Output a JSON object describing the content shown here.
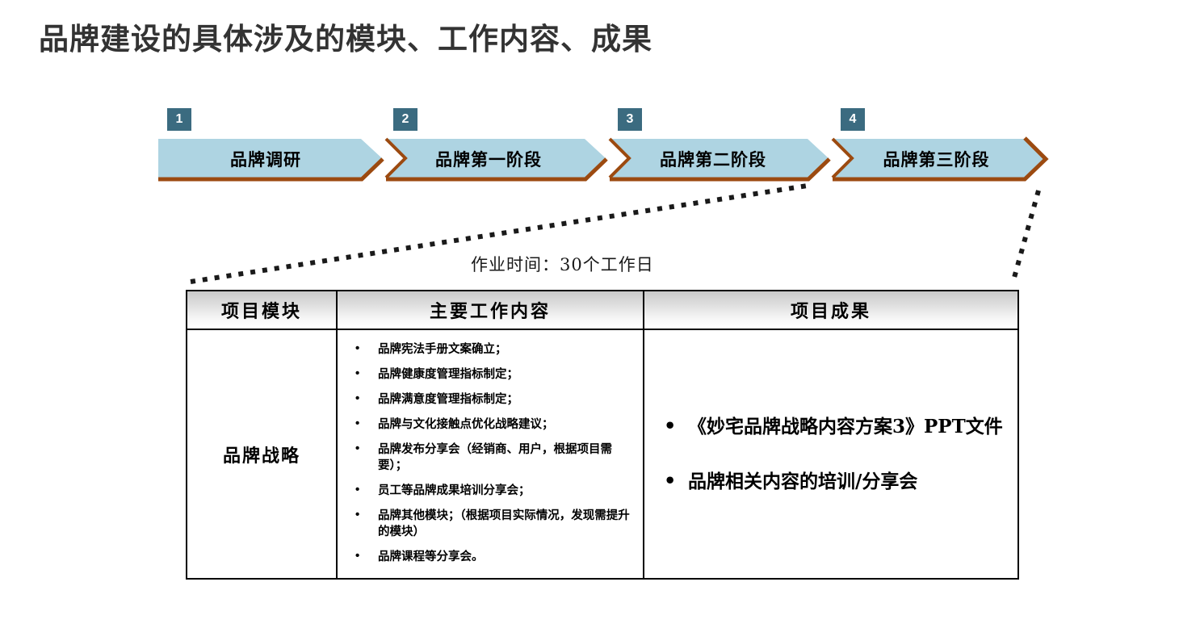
{
  "slide": {
    "title": "品牌建设的具体涉及的模块、工作内容、成果"
  },
  "process": {
    "steps": [
      {
        "number": "1",
        "label": "品牌调研"
      },
      {
        "number": "2",
        "label": "品牌第一阶段"
      },
      {
        "number": "3",
        "label": "品牌第二阶段"
      },
      {
        "number": "4",
        "label": "品牌第三阶段"
      }
    ],
    "colors": {
      "chevron_fill": "#AED4E2",
      "chevron_outline": "#9C4A10",
      "badge_fill": "#3B6B80",
      "badge_text": "#FFFFFF"
    }
  },
  "caption": {
    "duration_text": "作业时间：30个工作日"
  },
  "table": {
    "headers": [
      "项目模块",
      "主要工作内容",
      "项目成果"
    ],
    "rows": [
      {
        "module": "品牌战略",
        "work_items": [
          "品牌宪法手册文案确立；",
          "品牌健康度管理指标制定；",
          "品牌满意度管理指标制定；",
          "品牌与文化接触点优化战略建议；",
          "品牌发布分享会（经销商、用户，根据项目需要）；",
          "员工等品牌成果培训分享会；",
          "品牌其他模块；（根据项目实际情况，发现需提升的模块）",
          "品牌课程等分享会。"
        ],
        "results": [
          "《妙宅品牌战略内容方案3》PPT文件",
          "品牌相关内容的培训/分享会"
        ]
      }
    ]
  }
}
